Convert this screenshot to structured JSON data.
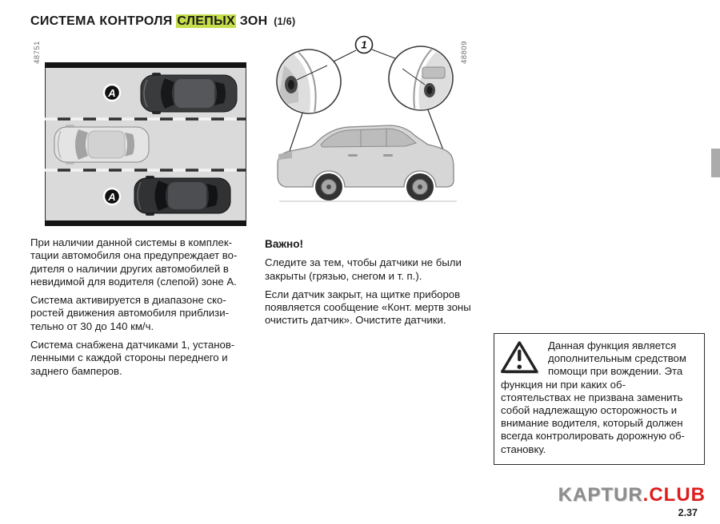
{
  "title": {
    "pre": "СИСТЕМА КОНТРОЛЯ ",
    "highlight": "СЛЕПЫХ",
    "post": " ЗОН ",
    "counter": "(1/6)"
  },
  "figures": {
    "left_code": "48751",
    "right_code": "48809",
    "blind_zone_label": "A",
    "sensor_callout_label": "1"
  },
  "left_column": {
    "paragraphs": [
      "При наличии данной системы в комплек-\nтации автомобиля она предупреждает во-\nдителя о наличии других автомобилей в\nневидимой для водителя (слепой) зоне А.",
      "Система активируется в диапазоне ско-\nростей движения автомобиля приблизи-\nтельно от 30 до 140 км/ч.",
      "Система снабжена датчиками 1, установ-\nленными с каждой стороны переднего и\nзаднего бамперов."
    ]
  },
  "middle_column": {
    "heading": "Важно!",
    "paragraphs": [
      "Следите за тем, чтобы датчики не были\nзакрыты (грязью, снегом и т. п.).",
      "Если датчик закрыт, на щитке приборов\nпоявляется сообщение «Конт. мертв зоны\nочистить датчик». Очистите датчики."
    ]
  },
  "warning_box": {
    "text": "Данная функция является\nдополнительным средством\nпомощи при вождении. Эта\nфункция ни при каких об-\nстоятельствах не призвана заменить\nсобой надлежащую осторожность и\nвнимание водителя, который должен\nвсегда контролировать дорожную об-\nстановку."
  },
  "footer": {
    "watermark_primary": "KAPTUR",
    "watermark_accent": ".CLUB",
    "page_number": "2.37"
  },
  "colors": {
    "highlight": "#c6de4b",
    "accent_red": "#df1c1c",
    "watermark_gray": "#8d8d8d"
  }
}
